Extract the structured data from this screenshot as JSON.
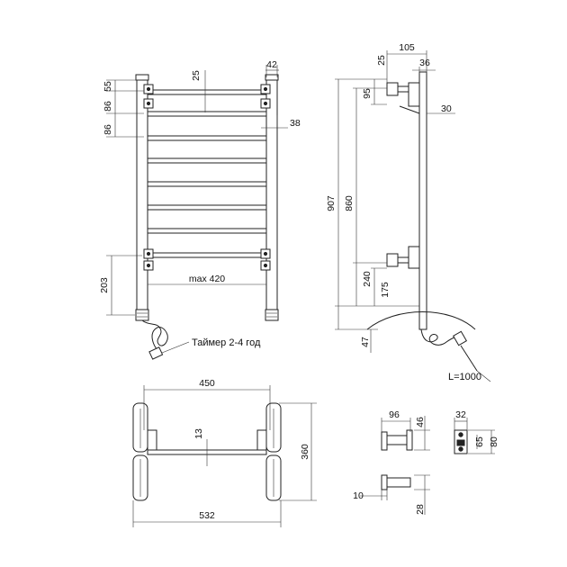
{
  "front_view": {
    "dims": {
      "top_gap": "25",
      "side_width": "42",
      "top_offset": "55",
      "spacing_1": "86",
      "spacing_2": "86",
      "bar_depth": "38",
      "bottom_height": "203",
      "max_width": "max 420"
    },
    "timer_label": "Таймер 2-4 год"
  },
  "side_view": {
    "dims": {
      "depth_total": "105",
      "bracket_gap": "25",
      "tube": "36",
      "bracket_height": "95",
      "wall_offset": "30",
      "total_height": "907",
      "mount_distance": "860",
      "lower_mount": "240",
      "lower_bracket": "175",
      "floor_gap": "47"
    },
    "cable_label": "L=1000"
  },
  "top_view": {
    "dims": {
      "mount_width": "450",
      "tube_dia": "13",
      "overall_depth": "360",
      "overall_width": "532"
    }
  },
  "bracket_detail": {
    "dims": {
      "length": "96",
      "height": "46",
      "plate_width": "32",
      "hole_spacing": "65",
      "plate_height": "80",
      "stem": "10",
      "stem_height": "28"
    }
  }
}
